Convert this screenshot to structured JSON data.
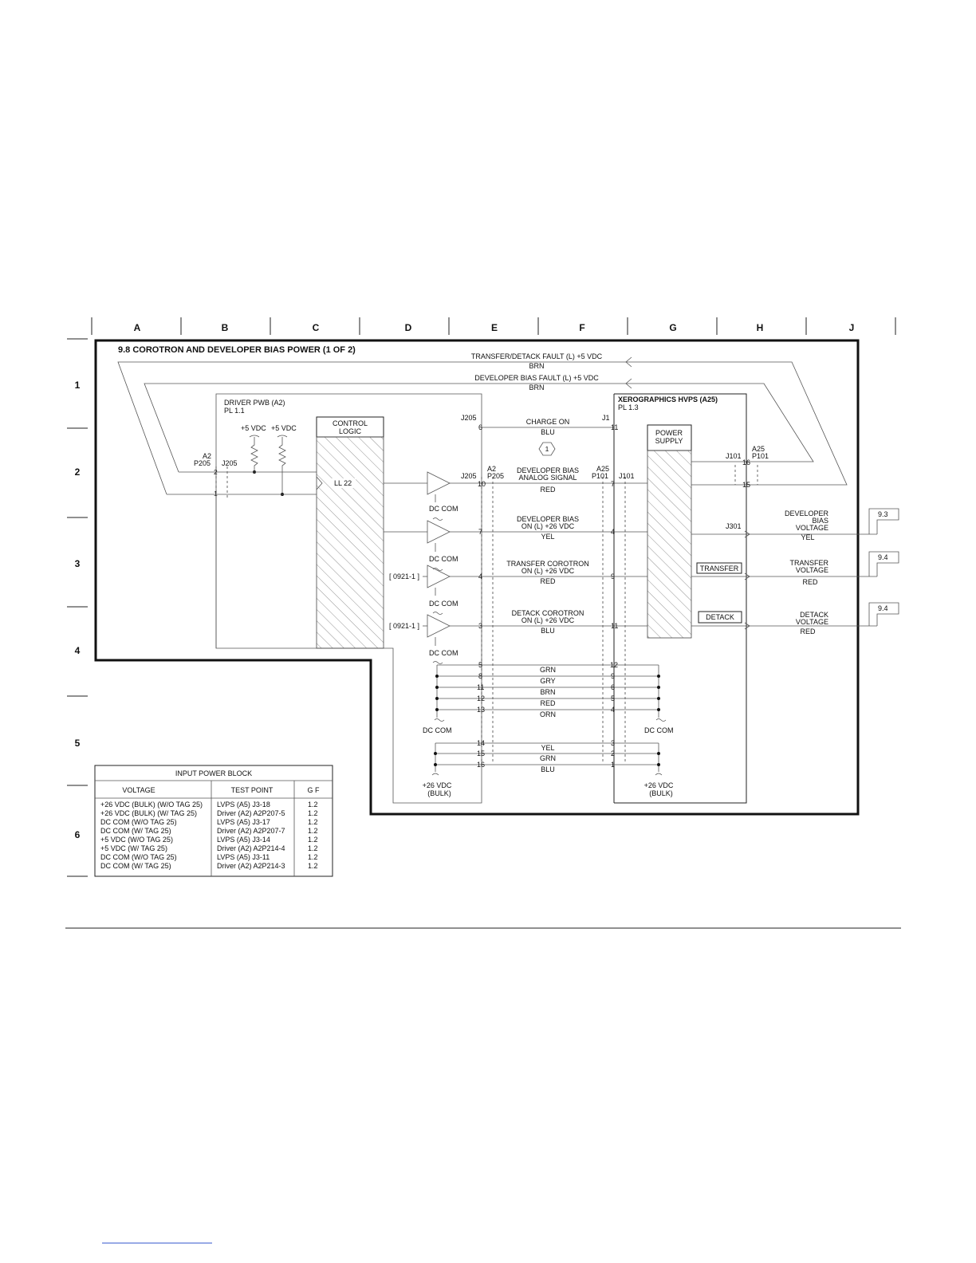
{
  "title": "9.8 COROTRON AND DEVELOPER BIAS POWER (1 OF 2)",
  "grid": {
    "columns": [
      "A",
      "B",
      "C",
      "D",
      "E",
      "F",
      "G",
      "H",
      "J"
    ],
    "rows": [
      "1",
      "2",
      "3",
      "4",
      "5",
      "6"
    ]
  },
  "fault_lines": [
    {
      "label": "TRANSFER/DETACK FAULT (L) +5 VDC",
      "color": "BRN"
    },
    {
      "label": "DEVELOPER BIAS FAULT (L) +5 VDC",
      "color": "BRN"
    }
  ],
  "driver_pwb": {
    "name": "DRIVER PWB (A2)",
    "pl": "PL 1.1",
    "control_logic": "CONTROL LOGIC",
    "ll": "LL 22",
    "vdc_a": "+5 VDC",
    "vdc_b": "+5 VDC",
    "a2": "A2",
    "p205": "P205",
    "j205_left": "J205",
    "pin2": "2",
    "pin1": "1",
    "j205_top": "J205",
    "j205_mid": "J205"
  },
  "hvps": {
    "name": "XEROGRAPHICS HVPS (A25)",
    "pl": "PL 1.3",
    "power_supply": "POWER SUPPLY",
    "j1": "J1",
    "j101_a": "J101",
    "j101_b": "J101",
    "a25_top": "A25",
    "p101_top": "P101",
    "a25_mid": "A25",
    "p101_mid": "P101",
    "j301": "J301",
    "transfer": "TRANSFER",
    "detack": "DETACK",
    "pin16": "16",
    "pin15": "15"
  },
  "a2_mid": "A2",
  "p205_mid": "P205",
  "note_marker": "1",
  "signals": [
    {
      "l1": "CHARGE ON",
      "l2": "",
      "color": "BLU",
      "pin_left": "6",
      "pin_right": "11"
    },
    {
      "l1": "DEVELOPER BIAS",
      "l2": "ANALOG SIGNAL",
      "color": "RED",
      "pin_left": "10",
      "pin_right": "7"
    },
    {
      "l1": "DEVELOPER BIAS",
      "l2": "ON (L) +26 VDC",
      "color": "YEL",
      "pin_left": "7",
      "pin_right": "4"
    },
    {
      "l1": "TRANSFER COROTRON",
      "l2": "ON (L) +26 VDC",
      "color": "RED",
      "pin_left": "4",
      "pin_right": "9"
    },
    {
      "l1": "DETACK COROTRON",
      "l2": "ON (L) +26 VDC",
      "color": "BLU",
      "pin_left": "3",
      "pin_right": "11"
    }
  ],
  "cross_refs": [
    "[ 0921-1 ]",
    "[ 0921-1 ]"
  ],
  "dc_com": "DC COM",
  "outputs": [
    {
      "label1": "DEVELOPER",
      "label2": "BIAS",
      "label3": "VOLTAGE",
      "color": "YEL",
      "ref": "9.3"
    },
    {
      "label1": "TRANSFER",
      "label2": "VOLTAGE",
      "label3": "",
      "color": "RED",
      "ref": "9.4"
    },
    {
      "label1": "DETACK",
      "label2": "VOLTAGE",
      "label3": "",
      "color": "RED",
      "ref": "9.4"
    }
  ],
  "ground_bus": [
    {
      "left": "5",
      "right": "12",
      "color": "GRN"
    },
    {
      "left": "8",
      "right": "9",
      "color": "GRY"
    },
    {
      "left": "11",
      "right": "6",
      "color": "BRN"
    },
    {
      "left": "12",
      "right": "5",
      "color": "RED"
    },
    {
      "left": "13",
      "right": "4",
      "color": "ORN"
    }
  ],
  "power_bus": [
    {
      "left": "14",
      "right": "3",
      "color": "YEL"
    },
    {
      "left": "15",
      "right": "2",
      "color": "GRN"
    },
    {
      "left": "16",
      "right": "1",
      "color": "BLU"
    }
  ],
  "bulk_line1": "+26 VDC",
  "bulk_line2": "(BULK)",
  "input_power_block": {
    "title": "INPUT POWER BLOCK",
    "headers": [
      "VOLTAGE",
      "TEST POINT",
      "G F"
    ],
    "rows": [
      [
        "+26 VDC (BULK) (W/O TAG 25)",
        "LVPS (A5) J3-18",
        "1.2"
      ],
      [
        "+26 VDC (BULK) (W/ TAG 25)",
        "Driver (A2) A2P207-5",
        "1.2"
      ],
      [
        "DC COM (W/O TAG 25)",
        "LVPS (A5) J3-17",
        "1.2"
      ],
      [
        "DC COM (W/ TAG 25)",
        "Driver (A2) A2P207-7",
        "1.2"
      ],
      [
        "+5 VDC (W/O TAG 25)",
        "LVPS (A5) J3-14",
        "1.2"
      ],
      [
        "+5 VDC (W/ TAG 25)",
        "Driver (A2) A2P214-4",
        "1.2"
      ],
      [
        "DC COM (W/O TAG 25)",
        "LVPS (A5) J3-11",
        "1.2"
      ],
      [
        "DC COM (W/ TAG 25)",
        "Driver (A2) A2P214-3",
        "1.2"
      ]
    ]
  }
}
